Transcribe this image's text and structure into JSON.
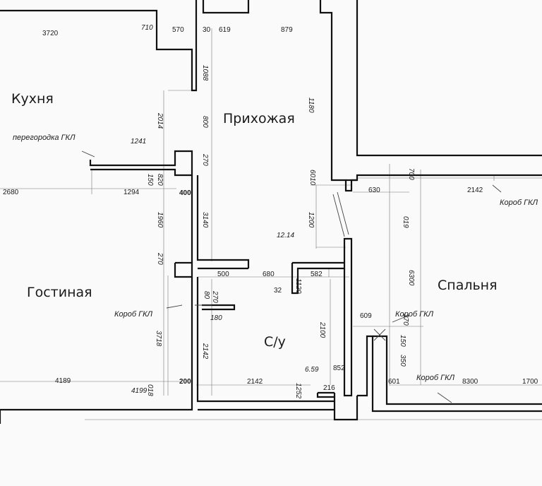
{
  "rooms": {
    "kitchen": "Кухня",
    "hallway": "Прихожая",
    "living": "Гостиная",
    "bathroom": "С/у",
    "bedroom": "Спальня"
  },
  "notes": {
    "partition": "перегородка ГКЛ",
    "duct_left": "Короб ГКЛ",
    "duct_right": "Короб ГКЛ",
    "duct_center": "Короб ГКЛ",
    "duct_bottom": "Короб ГКЛ"
  },
  "areas": {
    "hallway": "12.14",
    "bathroom": "6.59"
  },
  "dims": {
    "d3720": "3720",
    "d710": "710",
    "d570": "570",
    "d30": "30",
    "d619": "619",
    "d879": "879",
    "d1088": "1088",
    "d1180": "1180",
    "d1241": "1241",
    "d2014": "2014",
    "d800": "800",
    "d270a": "270",
    "d2680": "2680",
    "d1294": "1294",
    "d150": "150",
    "d820": "820",
    "d400": "400",
    "d6010": "6010",
    "d630": "630",
    "d1200": "1200",
    "d2142a": "2142",
    "d1960": "1960",
    "d3140": "3140",
    "d700": "700",
    "d019": "019",
    "d270b": "270",
    "d500": "500",
    "d680": "680",
    "d582": "582",
    "d32": "32",
    "d1120": "1120",
    "d80": "80",
    "d270c": "270",
    "d180": "180",
    "d6300": "6300",
    "d609": "609",
    "d2100": "2100",
    "d370": "370",
    "d3718": "3718",
    "d2142b": "2142",
    "d150b": "150",
    "d350": "350",
    "d852": "852",
    "d4189": "4189",
    "d4199": "4199",
    "d200": "200",
    "d2142c": "2142",
    "d601": "601",
    "d8300": "8300",
    "d1700": "1700",
    "d216": "216",
    "d1252": "1252",
    "d018": "018"
  }
}
